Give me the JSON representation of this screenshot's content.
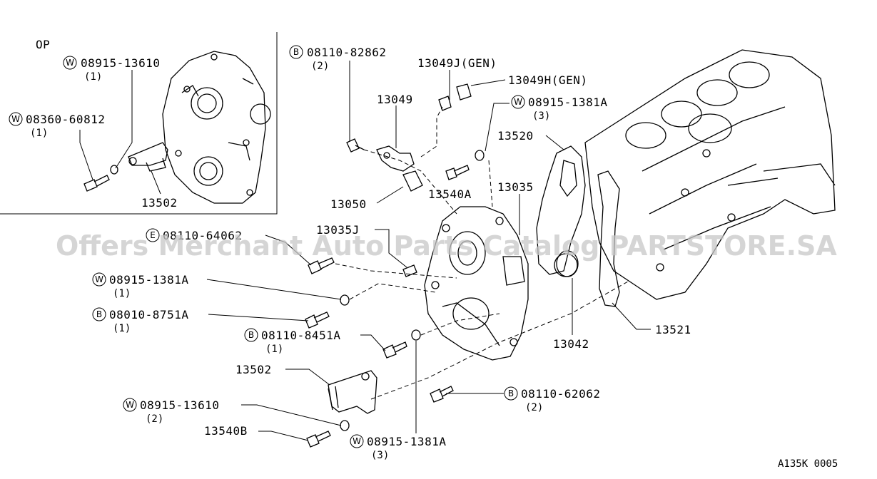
{
  "inset": {
    "label": "OP"
  },
  "watermark": "Offers Merchant Auto Parts Catalog PARTSTORE.SA",
  "figure_code": "A135K 0005",
  "callouts": [
    {
      "id": "c1",
      "badge": "W",
      "text": "08915-13610",
      "qty": "(1)"
    },
    {
      "id": "c2",
      "badge": "W",
      "text": "08360-60812",
      "qty": "(1)"
    },
    {
      "id": "c3",
      "badge": "",
      "text": "13502",
      "qty": ""
    },
    {
      "id": "c4",
      "badge": "B",
      "text": "08110-82862",
      "qty": "(2)"
    },
    {
      "id": "c5",
      "badge": "",
      "text": "13049J(GEN)",
      "qty": ""
    },
    {
      "id": "c6",
      "badge": "",
      "text": "13049H(GEN)",
      "qty": ""
    },
    {
      "id": "c7",
      "badge": "",
      "text": "13049",
      "qty": ""
    },
    {
      "id": "c8",
      "badge": "W",
      "text": "08915-1381A",
      "qty": "(3)"
    },
    {
      "id": "c9",
      "badge": "",
      "text": "13520",
      "qty": ""
    },
    {
      "id": "c10",
      "badge": "",
      "text": "13540A",
      "qty": ""
    },
    {
      "id": "c11",
      "badge": "",
      "text": "13035",
      "qty": ""
    },
    {
      "id": "c12",
      "badge": "",
      "text": "13050",
      "qty": ""
    },
    {
      "id": "c13",
      "badge": "E",
      "text": "08110-64062",
      "qty": ""
    },
    {
      "id": "c14",
      "badge": "",
      "text": "13035J",
      "qty": ""
    },
    {
      "id": "c15",
      "badge": "W",
      "text": "08915-1381A",
      "qty": "(1)"
    },
    {
      "id": "c16",
      "badge": "B",
      "text": "08010-8751A",
      "qty": "(1)"
    },
    {
      "id": "c17",
      "badge": "B",
      "text": "08110-8451A",
      "qty": "(1)"
    },
    {
      "id": "c18",
      "badge": "",
      "text": "13502",
      "qty": ""
    },
    {
      "id": "c19",
      "badge": "W",
      "text": "08915-13610",
      "qty": "(2)"
    },
    {
      "id": "c20",
      "badge": "",
      "text": "13540B",
      "qty": ""
    },
    {
      "id": "c21",
      "badge": "W",
      "text": "08915-1381A",
      "qty": "(3)"
    },
    {
      "id": "c22",
      "badge": "B",
      "text": "08110-62062",
      "qty": "(2)"
    },
    {
      "id": "c23",
      "badge": "",
      "text": "13042",
      "qty": ""
    },
    {
      "id": "c24",
      "badge": "",
      "text": "13521",
      "qty": ""
    }
  ]
}
